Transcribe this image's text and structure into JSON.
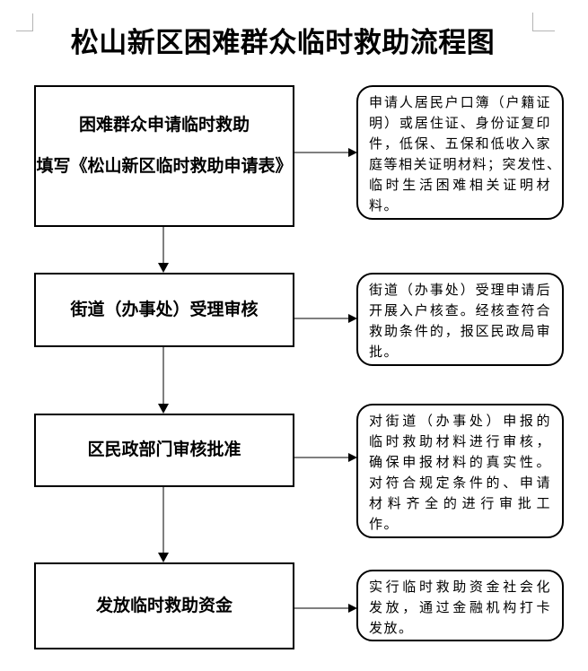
{
  "title": "松山新区困难群众临时救助流程图",
  "colors": {
    "box_border": "#000000",
    "connector_line": "#7f7f7f",
    "arrowhead": "#000000",
    "crop_mark": "#b4b4b4",
    "background": "#ffffff",
    "text": "#000000"
  },
  "flow": {
    "steps": [
      {
        "box_lines": [
          "困难群众申请临时救助",
          "填写《松山新区临时救助申请表》"
        ],
        "note_lines": [
          "申请人居民户口簿（户籍证",
          "明）或居住证、身份证复印",
          "件，低保、五保和低收入家",
          "庭等相关证明材料；突发性、",
          "临时生活困难相关证明材",
          "料。"
        ]
      },
      {
        "box_lines": [
          "街道（办事处）受理审核"
        ],
        "note_lines": [
          "街道（办事处）受理申请后",
          "开展入户核查。经核查符合",
          "救助条件的，报区民政局审",
          "批。"
        ]
      },
      {
        "box_lines": [
          "区民政部门审核批准"
        ],
        "note_lines": [
          "对街道（办事处）申报的",
          "临时救助材料进行审核，",
          "确保申报材料的真实性。",
          "对符合规定条件的、申请",
          "材料齐全的进行审批工",
          "作。"
        ]
      },
      {
        "box_lines": [
          "发放临时救助资金"
        ],
        "note_lines": [
          "实行临时救助资金社会化",
          "发放，通过金融机构打卡",
          "发放。"
        ]
      }
    ]
  }
}
